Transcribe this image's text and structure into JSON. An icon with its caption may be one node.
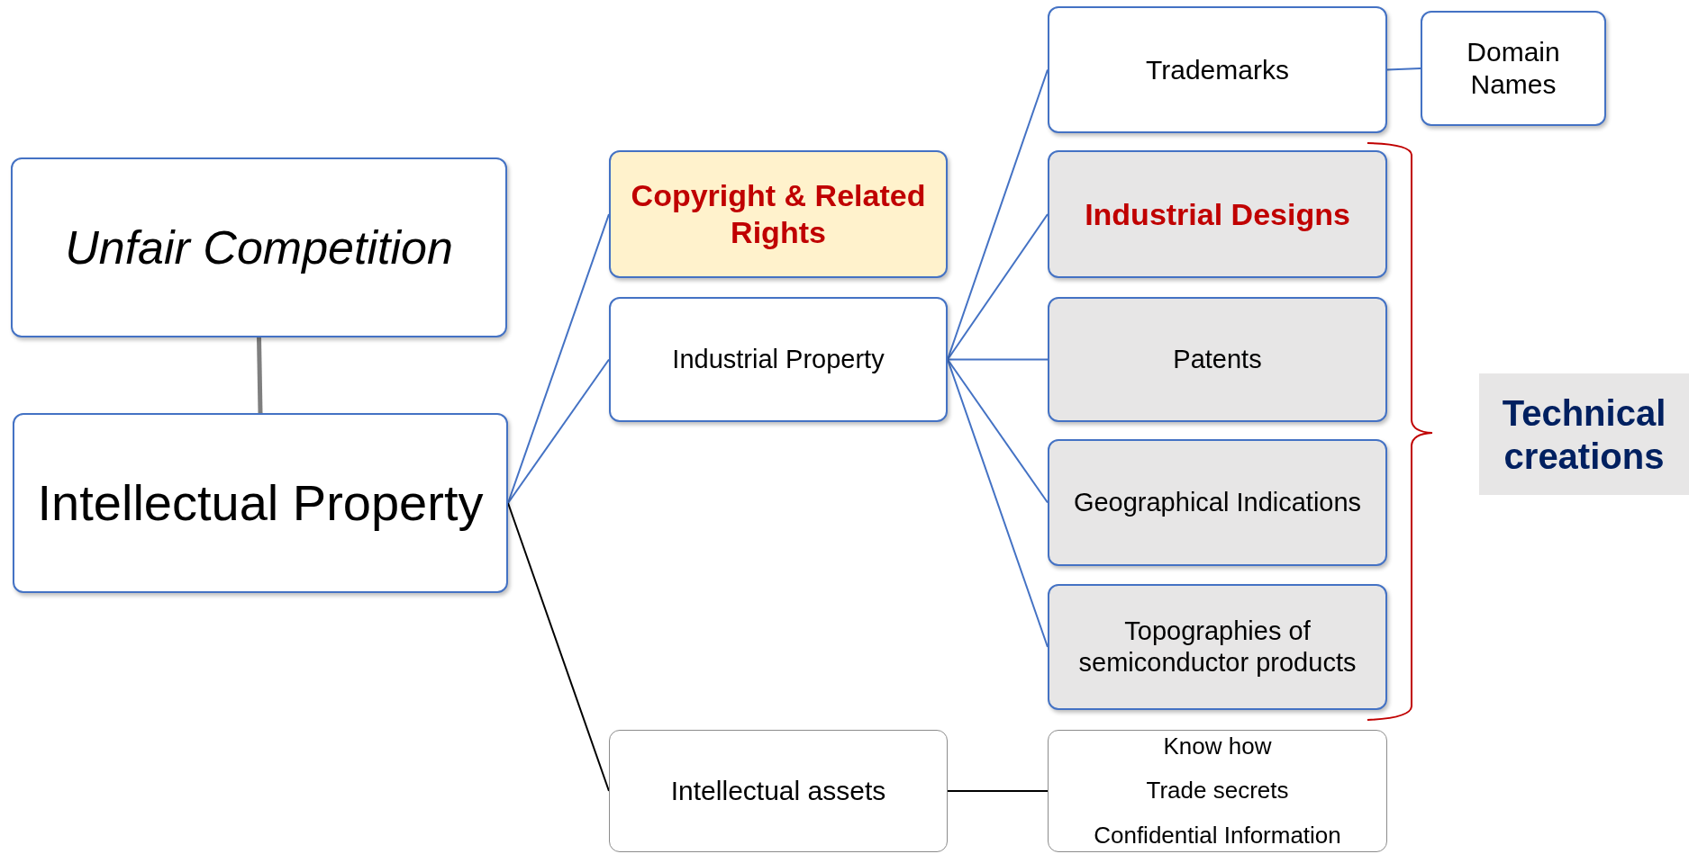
{
  "diagram": {
    "nodes": [
      {
        "text": [
          "Unfair Competition"
        ]
      },
      {
        "text": [
          "Intellectual Property"
        ]
      },
      {
        "text": [
          "Copyright & Related Rights"
        ]
      },
      {
        "text": [
          "Industrial Property"
        ]
      },
      {
        "text": [
          "Intellectual assets"
        ]
      },
      {
        "text": [
          "Trademarks"
        ]
      },
      {
        "text": [
          "Domain Names"
        ]
      },
      {
        "text": [
          "Industrial Designs"
        ]
      },
      {
        "text": [
          "Patents"
        ]
      },
      {
        "text": [
          "Geographical Indications"
        ]
      },
      {
        "text": [
          "Topographies of semiconductor products"
        ]
      },
      {
        "text": [
          "Know how",
          "Trade secrets",
          "Confidential Information"
        ]
      },
      {
        "text": [
          "Technical creations"
        ]
      }
    ],
    "edges": [
      {
        "from": 0,
        "to": 1,
        "arrow": "none",
        "style": "thick",
        "color": "#7f7f7f"
      },
      {
        "from": 1,
        "to": 2,
        "arrow": "none"
      },
      {
        "from": 1,
        "to": 3,
        "arrow": "none"
      },
      {
        "from": 1,
        "to": 4,
        "arrow": "none",
        "color": "#000000"
      },
      {
        "from": 3,
        "to": 5,
        "arrow": "none"
      },
      {
        "from": 3,
        "to": 7,
        "arrow": "none"
      },
      {
        "from": 3,
        "to": 8,
        "arrow": "none"
      },
      {
        "from": 3,
        "to": 9,
        "arrow": "none"
      },
      {
        "from": 3,
        "to": 10,
        "arrow": "none"
      },
      {
        "from": 5,
        "to": 6,
        "arrow": "none"
      },
      {
        "from": 4,
        "to": 11,
        "arrow": "none",
        "color": "#000000"
      }
    ]
  }
}
